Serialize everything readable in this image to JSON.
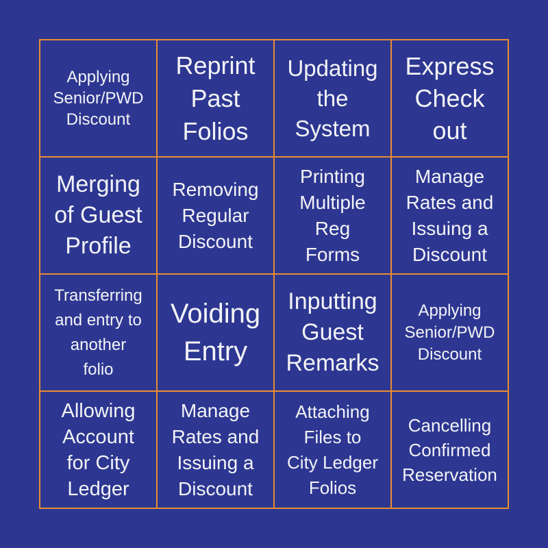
{
  "colors": {
    "background": "#2D3791",
    "grid_line": "#E98C2E",
    "text": "#F3F3F7"
  },
  "card": {
    "rows": 4,
    "cols": 4,
    "cells": [
      {
        "label": "Applying Senior/PWD Discount",
        "lines": [
          "Applying",
          "Senior/PWD",
          "Discount"
        ]
      },
      {
        "label": "Reprint Past Folios",
        "lines": [
          "Reprint",
          "Past",
          "Folios"
        ]
      },
      {
        "label": "Updating the System",
        "lines": [
          "Updating",
          "the",
          "System"
        ]
      },
      {
        "label": "Express Check out",
        "lines": [
          "Express",
          "Check",
          "out"
        ]
      },
      {
        "label": "Merging of Guest Profile",
        "lines": [
          "Merging",
          "of Guest",
          "Profile"
        ]
      },
      {
        "label": "Removing Regular Discount",
        "lines": [
          "Removing",
          "Regular",
          "Discount"
        ]
      },
      {
        "label": "Printing Multiple Reg Forms",
        "lines": [
          "Printing",
          "Multiple",
          "Reg",
          "Forms"
        ]
      },
      {
        "label": "Manage Rates and Issuing a Discount",
        "lines": [
          "Manage",
          "Rates and",
          "Issuing a",
          "Discount"
        ]
      },
      {
        "label": "Transferring and entry to another folio",
        "lines": [
          "Transferring",
          "and entry to",
          "another",
          "folio"
        ]
      },
      {
        "label": "Voiding Entry",
        "lines": [
          "Voiding",
          "Entry"
        ]
      },
      {
        "label": "Inputting Guest Remarks",
        "lines": [
          "Inputting",
          "Guest",
          "Remarks"
        ]
      },
      {
        "label": "Applying Senior/PWD Discount",
        "lines": [
          "Applying",
          "Senior/PWD",
          "Discount"
        ]
      },
      {
        "label": "Allowing Account for City Ledger",
        "lines": [
          "Allowing",
          "Account",
          "for City",
          "Ledger"
        ]
      },
      {
        "label": "Manage Rates and Issuing a Discount",
        "lines": [
          "Manage",
          "Rates and",
          "Issuing a",
          "Discount"
        ]
      },
      {
        "label": "Attaching Files to City Ledger Folios",
        "lines": [
          "Attaching",
          "Files to",
          "City Ledger",
          "Folios"
        ]
      },
      {
        "label": "Cancelling Confirmed Reservation",
        "lines": [
          "Cancelling",
          "Confirmed",
          "Reservation"
        ]
      }
    ]
  }
}
